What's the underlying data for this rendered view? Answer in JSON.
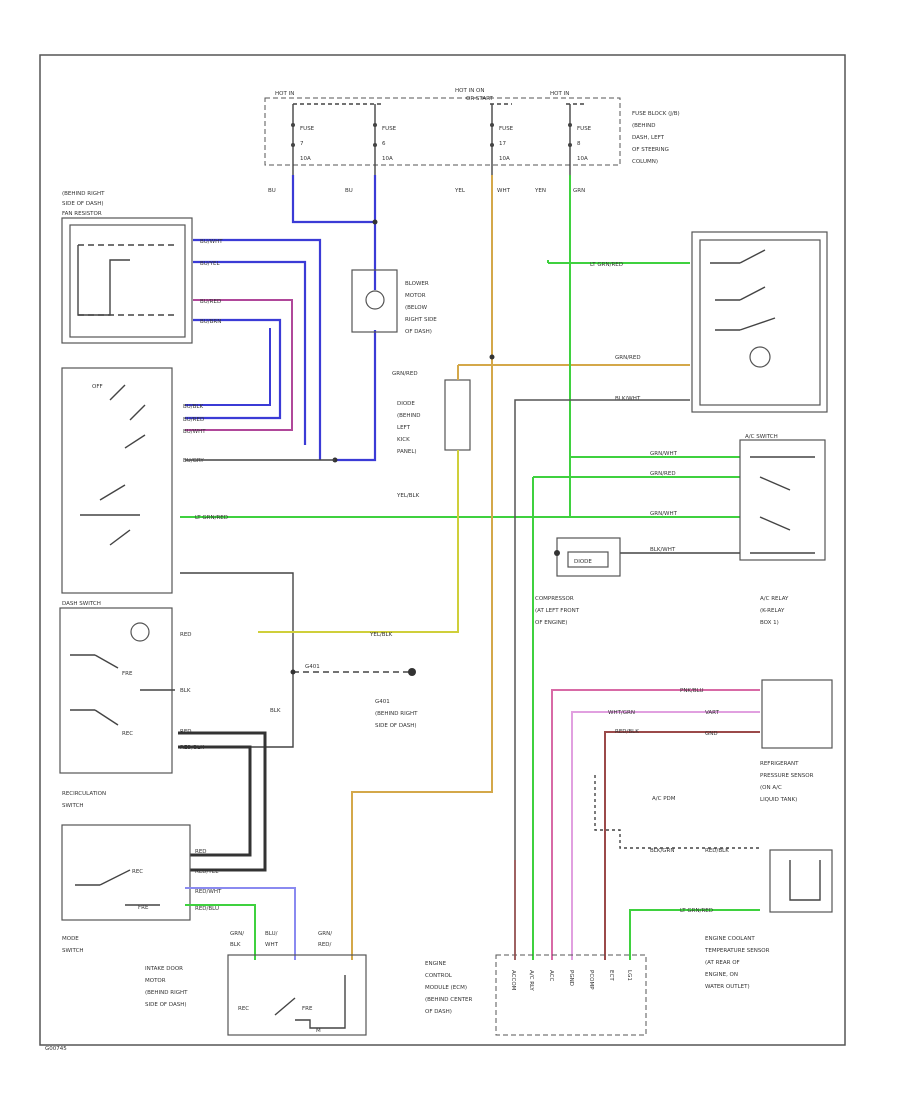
{
  "diagram": {
    "footer_code": "G00745",
    "fuse_block": {
      "hot_a": "HOT IN",
      "hot_b": "HOT IN ON",
      "hot_b2": "OR START",
      "hot_c": "HOT IN",
      "fuse_1": [
        "FUSE",
        "7",
        "10A"
      ],
      "fuse_2": [
        "FUSE",
        "6",
        "10A"
      ],
      "fuse_3": [
        "FUSE",
        "17",
        "10A"
      ],
      "fuse_4": [
        "FUSE",
        "8",
        "10A"
      ],
      "location": [
        "FUSE BLOCK (J/B)",
        "(BEHIND",
        "DASH, LEFT",
        "OF STEERING",
        "COLUMN)"
      ],
      "wire_1": "BU",
      "wire_2": "BU",
      "wire_3a": "YEL",
      "wire_3b": "WHT",
      "wire_4a": "YEN",
      "wire_4b": "GRN"
    },
    "fan_resistor": {
      "title": [
        "(BEHIND RIGHT",
        "SIDE OF DASH)",
        "FAN RESISTOR"
      ],
      "pins": [
        "BU/WHT",
        "BU/YEL",
        "BU/RED",
        "BU/BRN"
      ]
    },
    "blower_motor": [
      "BLOWER",
      "MOTOR",
      "(BELOW",
      "RIGHT SIDE",
      "OF DASH)"
    ],
    "fan_switch_pins": [
      "BU/BLK",
      "BU/RED",
      "BU/WHT",
      "BU/GRY"
    ],
    "fan_switch_off": "OFF",
    "lt_grn_red": "LT GRN/RED",
    "diode": {
      "wire": "GRN/RED",
      "label": [
        "DIODE",
        "(BEHIND",
        "LEFT",
        "KICK",
        "PANEL)"
      ],
      "bottom_wire": "YEL/BLK"
    },
    "blk_wire": "BLK",
    "grn_red": "GRN/RED",
    "blk_wht": "BLK/WHT",
    "ac_relay_top": "",
    "ac_switch": {
      "title": "A/C SWITCH",
      "wires": [
        "GRN/WHT",
        "GRN/RED",
        "GRN/WHT",
        "BLK/WHT"
      ]
    },
    "compressor": {
      "label": [
        "COMPRESSOR",
        "(AT LEFT FRONT",
        "OF ENGINE)"
      ],
      "inner": "DIODE"
    },
    "ac_relay": [
      "A/C RELAY",
      "(K-RELAY",
      "BOX 1)"
    ],
    "dash_switch": "DASH SWITCH",
    "recirc": {
      "pins": [
        "RED",
        "BLK",
        "RED",
        "RED/BLK"
      ],
      "fre": "FRE",
      "rec": "REC",
      "label": [
        "RECIRCULATION",
        "SWITCH"
      ]
    },
    "yel_blk": "YEL/BLK",
    "ground": {
      "code": "G401",
      "label": [
        "G401",
        "(BEHIND RIGHT",
        "SIDE OF DASH)"
      ]
    },
    "ac_pdm": "A/C PDM",
    "ref_sensor": {
      "label": [
        "REFRIGERANT",
        "PRESSURE SENSOR",
        "(ON A/C",
        "LIQUID TANK)"
      ],
      "wires": [
        "PNK/BLU",
        "WHT/GRN",
        "RED/BLK"
      ],
      "pins": [
        "VART",
        "GND"
      ]
    },
    "ect_sensor": {
      "label": [
        "ENGINE COOLANT",
        "TEMPERATURE SENSOR",
        "(AT REAR OF",
        "ENGINE, ON",
        "WATER OUTLET)"
      ],
      "wires": [
        "BLK/GRN",
        "RED/BLK",
        "LT GRN/RED"
      ]
    },
    "ecm": {
      "label": [
        "ENGINE",
        "CONTROL",
        "MODULE (ECM)",
        "(BEHIND CENTER",
        "OF DASH)"
      ],
      "pins": [
        "ACCOM",
        "A/C RLY",
        "ACC",
        "PGND",
        "PCOMP",
        "ECT",
        "LG1"
      ]
    },
    "mode_switch": {
      "label": [
        "MODE",
        "SWITCH"
      ],
      "pins": [
        "RED",
        "RED/YEL",
        "RED/WHT",
        "RED/BLU"
      ],
      "pos": [
        "REC",
        "FRE"
      ]
    },
    "intake": {
      "label": [
        "INTAKE DOOR",
        "MOTOR",
        "(BEHIND RIGHT",
        "SIDE OF DASH)"
      ],
      "wires": [
        "GRN/",
        "BLK",
        "BLU/",
        "WHT",
        "GRN/",
        "RED/"
      ],
      "rec": "REC",
      "fre": "FRE",
      "m": "M"
    }
  }
}
